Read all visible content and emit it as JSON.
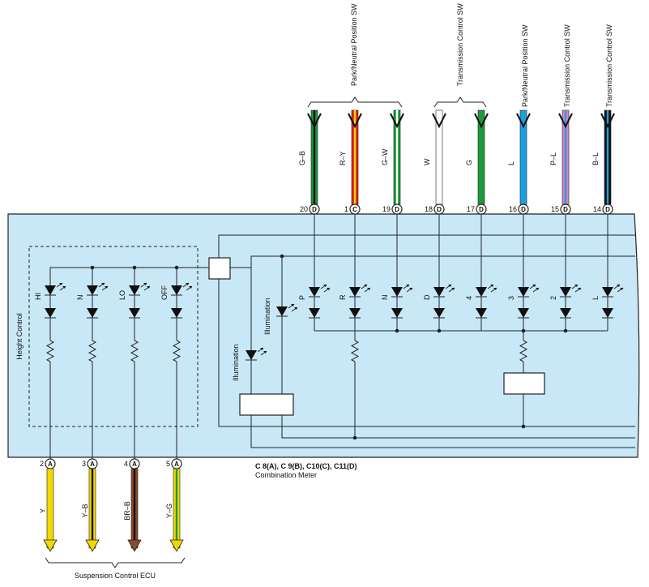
{
  "meter": {
    "connectors": "C 8(A), C 9(B), C10(C), C11(D)",
    "name": "Combination Meter"
  },
  "height_control": {
    "label": "Height Control",
    "leds": [
      "HI",
      "N",
      "LO",
      "OFF"
    ]
  },
  "illumination_labels": [
    "Illumination",
    "Illumination"
  ],
  "indicator_leds": [
    "P",
    "R",
    "N",
    "D",
    "4",
    "3",
    "2",
    "L"
  ],
  "top_groups": [
    {
      "label": "Park/Neutral Position SW"
    },
    {
      "label": "Transmission Control SW"
    },
    {
      "label": "Park/Neutral Position SW"
    },
    {
      "label": "Transmission Control SW"
    },
    {
      "label": "Transmission Control SW"
    }
  ],
  "top_wires": [
    {
      "color_code": "G–B",
      "pin": "20",
      "conn": "D",
      "colors": [
        "#1a9a3a",
        "#111111"
      ]
    },
    {
      "color_code": "R–Y",
      "pin": "1",
      "conn": "C",
      "colors": [
        "#e02020",
        "#f2d800"
      ]
    },
    {
      "color_code": "G–W",
      "pin": "19",
      "conn": "D",
      "colors": [
        "#1a9a3a",
        "#ffffff"
      ]
    },
    {
      "color_code": "W",
      "pin": "18",
      "conn": "D",
      "colors": [
        "#ffffff",
        "#ffffff"
      ]
    },
    {
      "color_code": "G",
      "pin": "17",
      "conn": "D",
      "colors": [
        "#1a9a3a",
        "#1a9a3a"
      ]
    },
    {
      "color_code": "L",
      "pin": "16",
      "conn": "D",
      "colors": [
        "#1aa0e0",
        "#1aa0e0"
      ]
    },
    {
      "color_code": "P–L",
      "pin": "15",
      "conn": "D",
      "colors": [
        "#e080c0",
        "#1aa0e0"
      ]
    },
    {
      "color_code": "B–L",
      "pin": "14",
      "conn": "D",
      "colors": [
        "#111111",
        "#1aa0e0"
      ]
    }
  ],
  "bottom_group": {
    "label": "Suspension Control ECU"
  },
  "bottom_wires": [
    {
      "color_code": "Y",
      "pin": "2",
      "conn": "A",
      "colors": [
        "#f2d800",
        "#f2d800"
      ]
    },
    {
      "color_code": "Y–B",
      "pin": "3",
      "conn": "A",
      "colors": [
        "#f2d800",
        "#111111"
      ]
    },
    {
      "color_code": "BR–B",
      "pin": "4",
      "conn": "A",
      "colors": [
        "#8b4a2a",
        "#111111"
      ]
    },
    {
      "color_code": "Y–G",
      "pin": "5",
      "conn": "A",
      "colors": [
        "#f2d800",
        "#1a9a3a"
      ]
    }
  ],
  "colors": {
    "meter_fill": "#c8e8f8",
    "outline": "#222222"
  }
}
